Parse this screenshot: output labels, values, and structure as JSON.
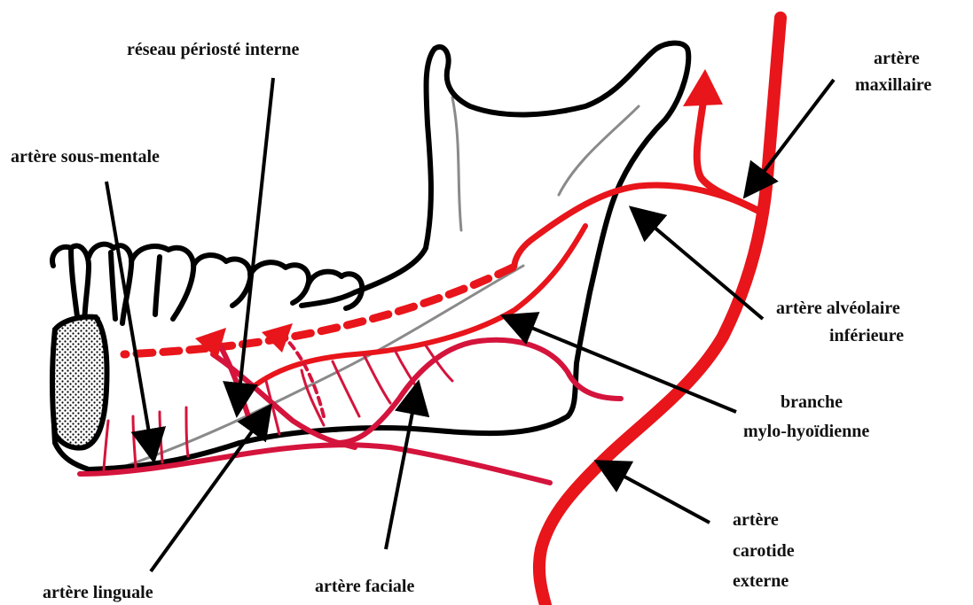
{
  "labels": {
    "reseau_perioste_interne": "réseau périosté interne",
    "artere_sous_mentale": "artère sous-mentale",
    "artere_maxillaire_1": "artère",
    "artere_maxillaire_2": "maxillaire",
    "artere_alveolaire_1": "artère alvéolaire",
    "artere_alveolaire_2": "inférieure",
    "branche_mylo_1": "branche",
    "branche_mylo_2": "mylo-hyoïdienne",
    "artere_carotide_1": "artère",
    "artere_carotide_2": "carotide",
    "artere_carotide_3": "externe",
    "artere_linguale": "artère linguale",
    "artere_faciale": "artère faciale"
  },
  "colors": {
    "artery_red": "#e8151b",
    "artery_crimson": "#d4143c",
    "bone_outline": "#000000",
    "inner_line_grey": "#8a8a8a"
  }
}
